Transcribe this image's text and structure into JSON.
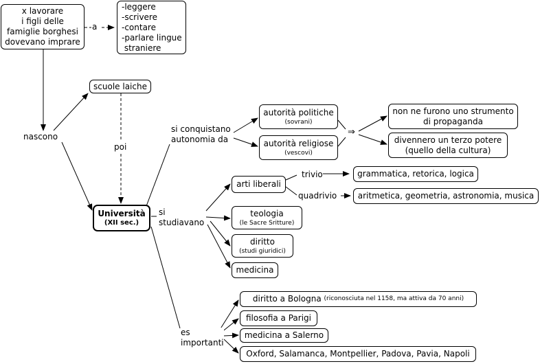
{
  "nodes": {
    "figli": [
      "x lavorare",
      "i figli delle",
      "famiglie borghesi",
      "dovevano imprare"
    ],
    "attivita": [
      "-leggere",
      "-scrivere",
      "-contare",
      "-parlare lingue",
      " straniere"
    ],
    "scuole_laiche": "scuole laiche",
    "universita": {
      "title": "Università",
      "sub": "(XII sec.)"
    },
    "autorita_politiche": {
      "title": "autorità politiche",
      "sub": "(sovrani)"
    },
    "autorita_religiose": {
      "title": "autorità religiose",
      "sub": "(vescovi)"
    },
    "strumento": [
      "non ne furono uno strumento",
      "di propaganda"
    ],
    "terzo_potere": [
      "divennero un terzo potere",
      "(quello della cultura)"
    ],
    "arti_liberali": "arti liberali",
    "trivio_materie": "grammatica, retorica, logica",
    "quadrivio_materie": "aritmetica, geometria, astronomia, musica",
    "teologia": {
      "title": "teologia",
      "sub": "(le Sacre Sritture)"
    },
    "diritto": {
      "title": "diritto",
      "sub": "(studi giuridici)"
    },
    "medicina": "medicina",
    "bologna": {
      "title": "diritto a Bologna",
      "note": "(riconosciuta nel 1158, ma attiva da 70 anni)"
    },
    "parigi": "filosofia a Parigi",
    "salerno": "medicina a Salerno",
    "altre": "Oxford, Salamanca, Montpellier, Padova, Pavia, Napoli"
  },
  "links": {
    "a": "a",
    "nascono": "nascono",
    "poi": "poi",
    "conquistano": [
      "si conquistano",
      "autonomia da"
    ],
    "implies": "⇒",
    "studiavano": [
      "si",
      "studiavano"
    ],
    "trivio": "trivio",
    "quadrivio": "quadrivio",
    "importanti": [
      "es",
      "importanti"
    ]
  }
}
